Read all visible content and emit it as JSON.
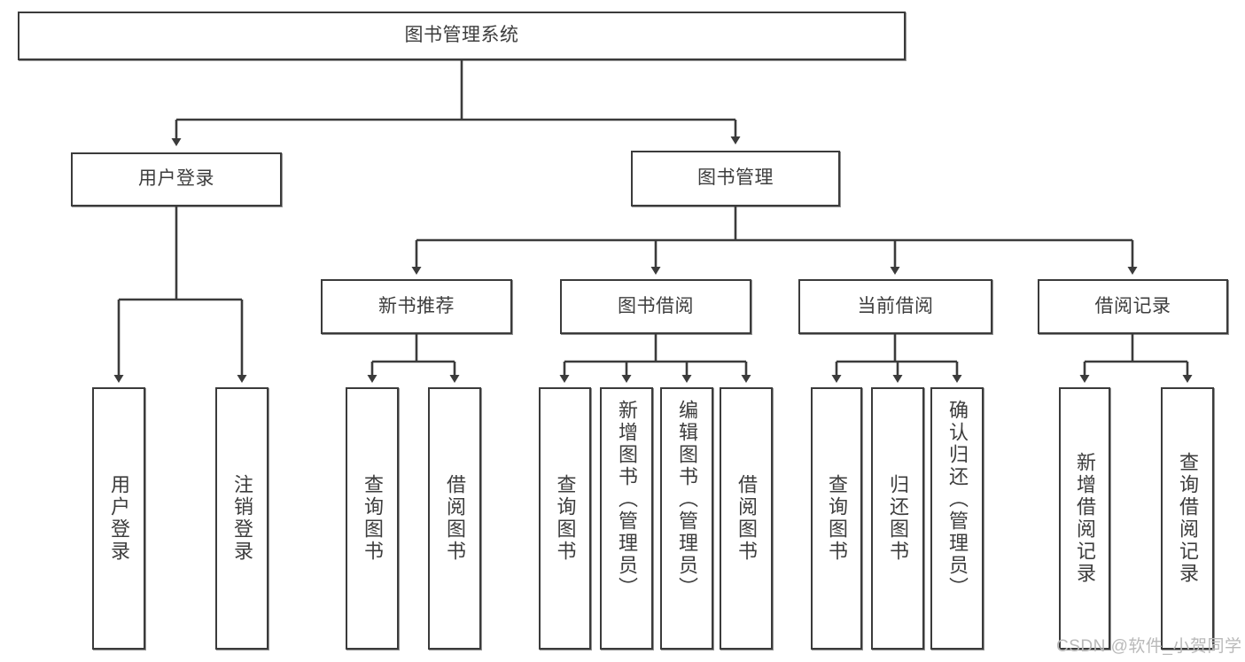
{
  "diagram": {
    "title": "图书管理系统",
    "type": "tree-hierarchy",
    "stroke_color": "#3b3b3b",
    "text_color": "#3d3d3d",
    "background_color": "#ffffff",
    "watermark": "CSDN @软件_小贺同学",
    "nodes": {
      "root": {
        "label": "图书管理系统"
      },
      "level2": [
        {
          "id": "user-login",
          "label": "用户登录"
        },
        {
          "id": "book-manage",
          "label": "图书管理"
        }
      ],
      "level3": [
        {
          "id": "new-book-recommend",
          "label": "新书推荐"
        },
        {
          "id": "book-borrow",
          "label": "图书借阅"
        },
        {
          "id": "current-borrow",
          "label": "当前借阅"
        },
        {
          "id": "borrow-record",
          "label": "借阅记录"
        }
      ],
      "leaves": {
        "user_login": [
          {
            "id": "leaf-user-login",
            "label": "用户登录"
          },
          {
            "id": "leaf-logout-login",
            "label": "注销登录"
          }
        ],
        "new_book_recommend": [
          {
            "id": "leaf-query-book-1",
            "label": "查询图书"
          },
          {
            "id": "leaf-borrow-book-1",
            "label": "借阅图书"
          }
        ],
        "book_borrow": [
          {
            "id": "leaf-query-book-2",
            "label": "查询图书"
          },
          {
            "id": "leaf-add-book",
            "label": "新增图书（管理员）"
          },
          {
            "id": "leaf-edit-book",
            "label": "编辑图书（管理员）"
          },
          {
            "id": "leaf-borrow-book-2",
            "label": "借阅图书"
          }
        ],
        "current_borrow": [
          {
            "id": "leaf-query-book-3",
            "label": "查询图书"
          },
          {
            "id": "leaf-return-book",
            "label": "归还图书"
          },
          {
            "id": "leaf-confirm-return",
            "label": "确认归还（管理员）"
          }
        ],
        "borrow_record": [
          {
            "id": "leaf-add-record",
            "label": "新增借阅记录"
          },
          {
            "id": "leaf-query-record",
            "label": "查询借阅记录"
          }
        ]
      }
    }
  }
}
